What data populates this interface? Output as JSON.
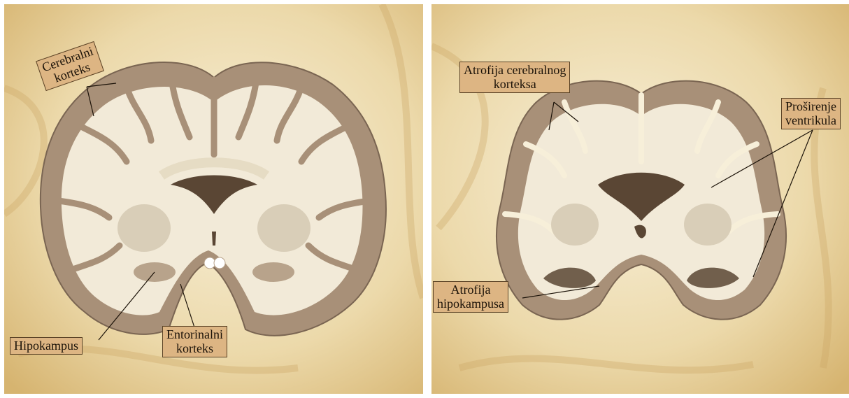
{
  "colors": {
    "background_light": "#f5ecd2",
    "background_dark": "#d9b775",
    "cortex": "#a89078",
    "white_matter": "#f2ead8",
    "label_fill": "#ddb583"
  },
  "left_panel": {
    "labels": [
      {
        "id": "cerebral-cortex",
        "lines": [
          "Cerebralni",
          "korteks"
        ]
      },
      {
        "id": "hippocampus",
        "lines": [
          "Hipokampus"
        ]
      },
      {
        "id": "entorhinal-cortex",
        "lines": [
          "Entorinalni",
          "korteks"
        ]
      }
    ]
  },
  "right_panel": {
    "labels": [
      {
        "id": "cortex-atrophy",
        "lines": [
          "Atrofija cerebralnog",
          "korteksa"
        ]
      },
      {
        "id": "ventricle-enlargement",
        "lines": [
          "Proširenje",
          "ventrikula"
        ]
      },
      {
        "id": "hippocampus-atrophy",
        "lines": [
          "Atrofija",
          "hipokampusa"
        ]
      }
    ]
  }
}
